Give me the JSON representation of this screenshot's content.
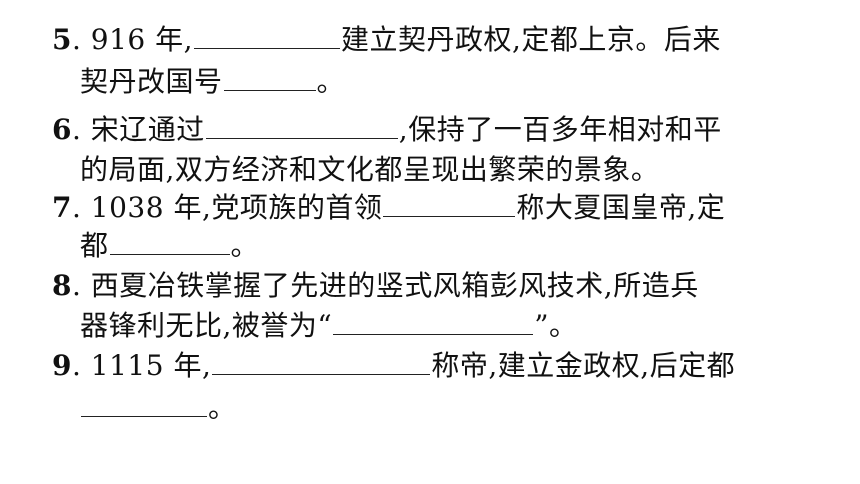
{
  "questions": [
    {
      "num": "5",
      "lines": [
        {
          "before": ". 916 年,",
          "after": "建立契丹政权,定都上京。后来"
        },
        {
          "before": "契丹改国号",
          "after": "。"
        }
      ]
    },
    {
      "num": "6",
      "lines": [
        {
          "before": ". 宋辽通过",
          "after": ",保持了一百多年相对和平"
        },
        {
          "text": "的局面,双方经济和文化都呈现出繁荣的景象。"
        }
      ]
    },
    {
      "num": "7",
      "lines": [
        {
          "before": ". 1038 年,党项族的首领",
          "after": "称大夏国皇帝,定"
        },
        {
          "before": "都",
          "after": "。"
        }
      ]
    },
    {
      "num": "8",
      "lines": [
        {
          "text": ". 西夏冶铁掌握了先进的竖式风箱彭风技术,所造兵"
        },
        {
          "before": "器锋利无比,被誉为“",
          "after": "”。"
        }
      ]
    },
    {
      "num": "9",
      "lines": [
        {
          "before": ". 1115 年,",
          "after": "称帝,建立金政权,后定都"
        },
        {
          "before": "",
          "after": "。"
        }
      ]
    }
  ]
}
